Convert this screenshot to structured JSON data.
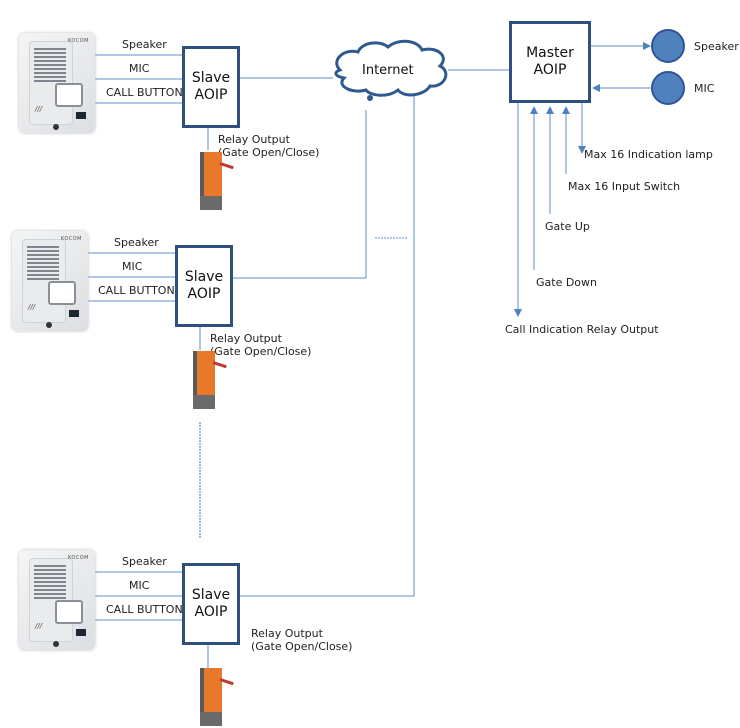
{
  "colors": {
    "line": "#5b8fc9",
    "box_border": "#2f4f7f",
    "circle_fill": "#4f81bd",
    "circle_border": "#2f5597",
    "gate_orange": "#e8782a"
  },
  "cloud": {
    "label": "Internet"
  },
  "slaves": [
    {
      "title_line1": "Slave",
      "title_line2": "AOIP",
      "inputs": [
        "Speaker",
        "MIC",
        "CALL BUTTON"
      ],
      "relay_line1": "Relay Output",
      "relay_line2": "(Gate Open/Close)",
      "intercom_brand": "KOCOM"
    },
    {
      "title_line1": "Slave",
      "title_line2": "AOIP",
      "inputs": [
        "Speaker",
        "MIC",
        "CALL BUTTON"
      ],
      "relay_line1": "Relay Output",
      "relay_line2": "(Gate Open/Close)",
      "intercom_brand": "KOCOM"
    },
    {
      "title_line1": "Slave",
      "title_line2": "AOIP",
      "inputs": [
        "Speaker",
        "MIC",
        "CALL BUTTON"
      ],
      "relay_line1": "Relay Output",
      "relay_line2": "(Gate Open/Close)",
      "intercom_brand": "KOCOM"
    }
  ],
  "master": {
    "title_line1": "Master",
    "title_line2": "AOIP",
    "speaker_label": "Speaker",
    "mic_label": "MIC",
    "io": [
      {
        "label": "Max 16 Indication lamp",
        "direction": "output"
      },
      {
        "label": "Max 16 Input Switch",
        "direction": "input"
      },
      {
        "label": "Gate Up",
        "direction": "input"
      },
      {
        "label": "Gate Down",
        "direction": "input"
      },
      {
        "label": "Call Indication Relay Output",
        "direction": "output"
      }
    ]
  }
}
